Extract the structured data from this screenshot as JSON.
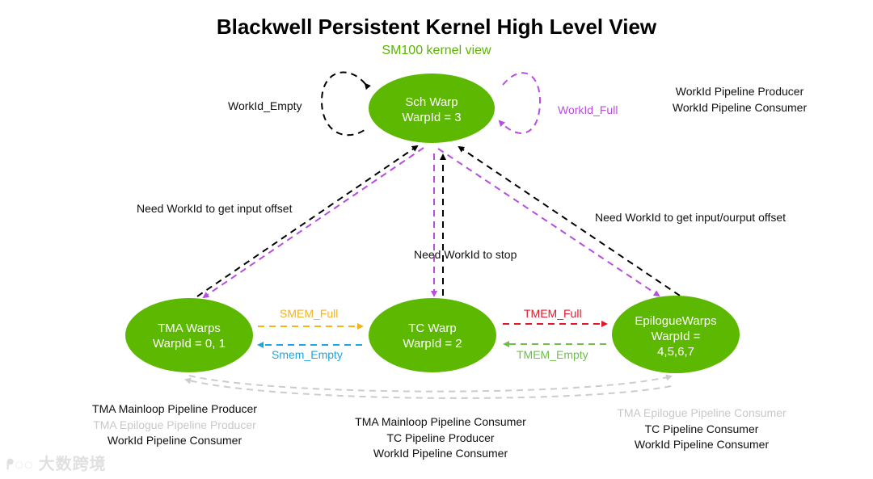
{
  "title": "Blackwell Persistent Kernel High Level View",
  "subtitle": "SM100 kernel view",
  "colors": {
    "node_fill": "#5cb800",
    "node_text": "#ffffff",
    "subtitle": "#5bb400",
    "workid_empty": "#000000",
    "workid_full": "#b84de0",
    "smem_full": "#f5b21e",
    "smem_empty": "#1aa7e0",
    "tmem_full": "#e0182a",
    "tmem_empty": "#6cc04a",
    "epilogue_pipe": "#cccccc",
    "faded_text": "#c8c8c8"
  },
  "nodes": {
    "sch": {
      "line1": "Sch Warp",
      "line2": "WarpId = 3"
    },
    "tma": {
      "line1": "TMA Warps",
      "line2": "WarpId = 0, 1"
    },
    "tc": {
      "line1": "TC Warp",
      "line2": "WarpId = 2"
    },
    "epi": {
      "line1": "EpilogueWarps",
      "line2": "WarpId =",
      "line3": "4,5,6,7"
    }
  },
  "edge_labels": {
    "workid_empty": "WorkId_Empty",
    "workid_full": "WorkId_Full",
    "tma_need": "Need WorkId to get input offset",
    "tc_need": "Need WorkId to stop",
    "epi_need": "Need WorkId to get input/ourput offset",
    "smem_full": "SMEM_Full",
    "smem_empty": "Smem_Empty",
    "tmem_full": "TMEM_Full",
    "tmem_empty": "TMEM_Empty"
  },
  "roles": {
    "sch": [
      {
        "text": "WorkId Pipeline Producer",
        "faded": false
      },
      {
        "text": "WorkId Pipeline Consumer",
        "faded": false
      }
    ],
    "tma": [
      {
        "text": "TMA Mainloop Pipeline Producer",
        "faded": false
      },
      {
        "text": "TMA Epilogue Pipeline Producer",
        "faded": true
      },
      {
        "text": "WorkId Pipeline Consumer",
        "faded": false
      }
    ],
    "tc": [
      {
        "text": "TMA Mainloop Pipeline Consumer",
        "faded": false
      },
      {
        "text": "TC Pipeline Producer",
        "faded": false
      },
      {
        "text": "WorkId Pipeline Consumer",
        "faded": false
      }
    ],
    "epi": [
      {
        "text": "TMA Epilogue Pipeline Consumer",
        "faded": true
      },
      {
        "text": "TC Pipeline Consumer",
        "faded": false
      },
      {
        "text": "WorkId Pipeline Consumer",
        "faded": false
      }
    ]
  },
  "watermark": "大数跨境"
}
